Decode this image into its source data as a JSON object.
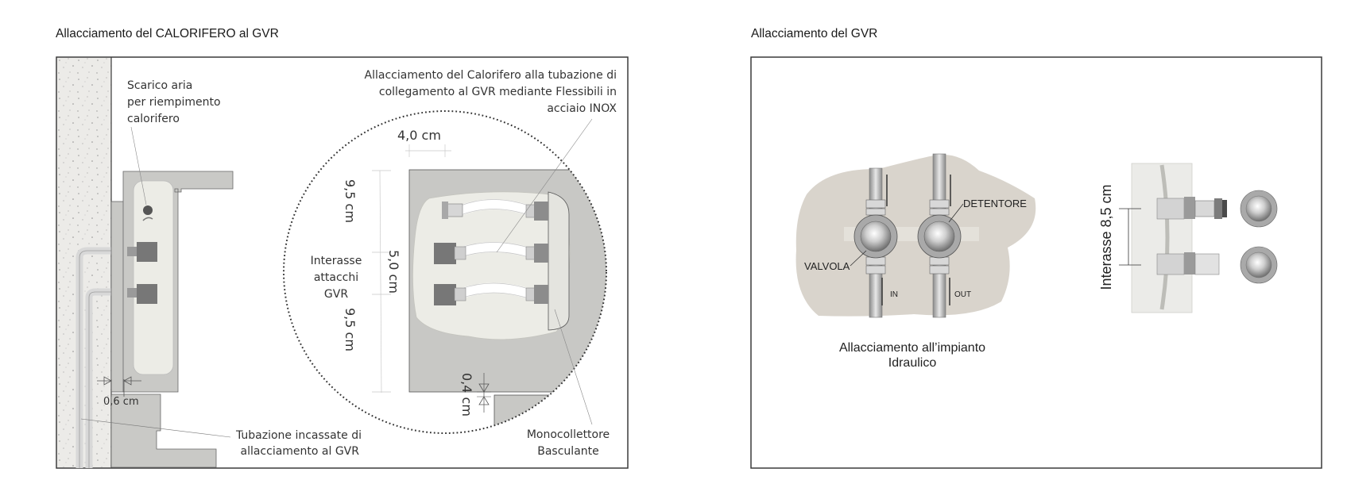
{
  "panel_left": {
    "title": "Allacciamento del CALORIFERO al GVR",
    "labels": {
      "air_vent_1": "Scarico aria",
      "air_vent_2": "per riempimento",
      "air_vent_3": "calorifero",
      "inox_1": "Allacciamento del Calorifero alla tubazione di",
      "inox_2": "collegamento al GVR mediante Flessibili in",
      "inox_3": "acciaio INOX",
      "dim_40": "4,0 cm",
      "dim_95a": "9,5 cm",
      "dim_50": "5,0 cm",
      "dim_95b": "9,5 cm",
      "dim_04": "0,4 cm",
      "dim_06": "0,6 cm",
      "interasse_1": "Interasse",
      "interasse_2": "attacchi",
      "interasse_3": "GVR",
      "tubazione_1": "Tubazione incassate di",
      "tubazione_2": "allacciamento al GVR",
      "mono_1": "Monocollettore",
      "mono_2": "Basculante"
    }
  },
  "panel_right": {
    "title": "Allacciamento del GVR",
    "labels": {
      "valvola": "VALVOLA",
      "detentore": "DETENTORE",
      "in": "IN",
      "out": "OUT",
      "impianto_1": "Allacciamento all’impianto",
      "impianto_2": "Idraulico",
      "interasse": "Interasse 8,5 cm"
    }
  },
  "colors": {
    "frame": "#3a3a3a",
    "wall": "#e8e8e6",
    "radiator": "#c8c8c5",
    "blob": "#d9d4cc",
    "valve": "#a9a9a9"
  }
}
